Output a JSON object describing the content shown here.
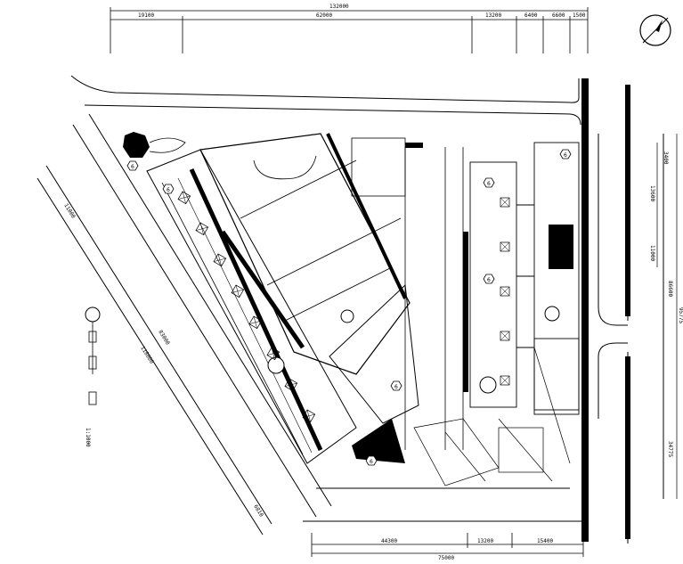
{
  "dimensions": {
    "top_total": "132000",
    "top_segments": [
      "19100",
      "62000",
      "13200",
      "6400",
      "6600",
      "1500"
    ],
    "bottom_total": "75000",
    "bottom_segments": [
      "44300",
      "13200",
      "15400"
    ],
    "left_diagonal": [
      "11000",
      "118000",
      "83000",
      "6810"
    ],
    "right_segments": [
      "3400",
      "13600",
      "11000",
      "86600",
      "95775",
      "34775"
    ]
  },
  "scale_text": "1:1000",
  "north_symbol": "north-arrow",
  "building_marks": [
    "6",
    "6",
    "6",
    "6",
    "6",
    "6",
    "6"
  ],
  "colors": {
    "ink": "#000000",
    "paper": "#ffffff"
  }
}
